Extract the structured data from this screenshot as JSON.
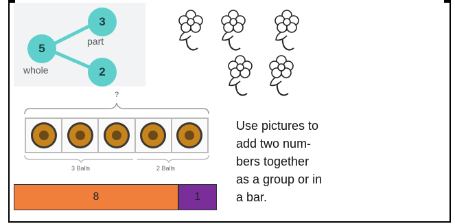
{
  "number_bond": {
    "whole_value": "5",
    "part_top_value": "3",
    "part_bottom_value": "2",
    "part_label": "part",
    "whole_label": "whole",
    "question_mark": "?"
  },
  "balls_group": {
    "left_label": "3 Balls",
    "right_label": "2 Balls"
  },
  "bar_model": {
    "large_value": "8",
    "small_value": "1",
    "large_color": "#ef7f3a",
    "small_color": "#7a2e9a"
  },
  "instruction": {
    "lines": [
      "Use pictures to",
      "add two num-",
      "bers together",
      "as a group or in",
      "a bar."
    ]
  },
  "colors": {
    "bond_circle": "#5fcfcb",
    "connector": "#5fcfcb"
  }
}
